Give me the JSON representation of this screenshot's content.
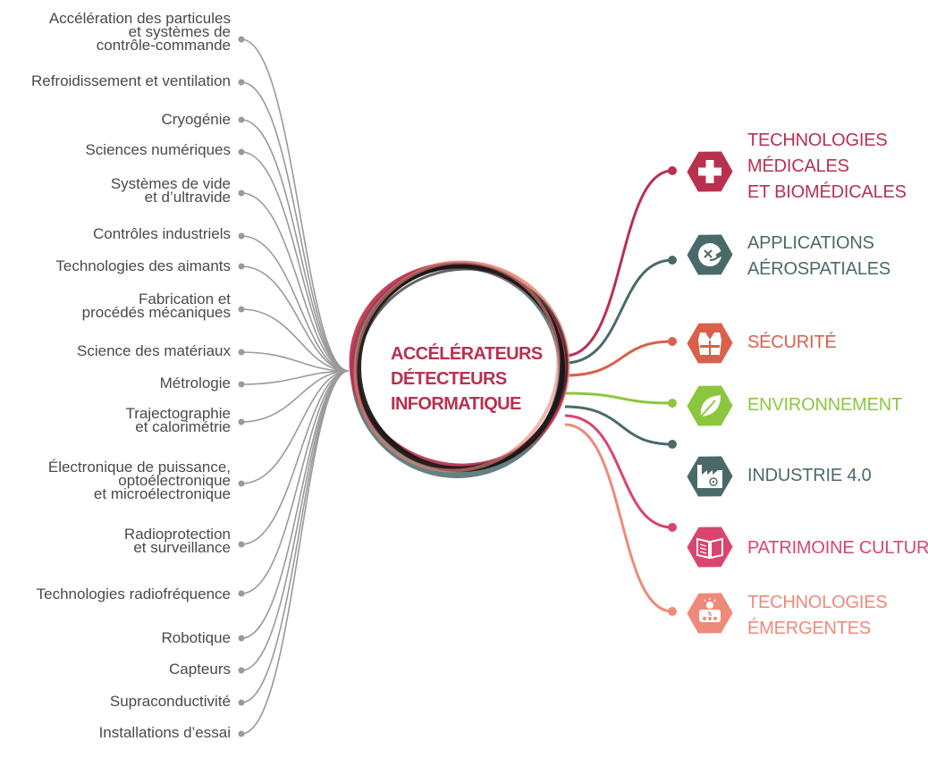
{
  "center": {
    "lines": [
      "ACCÉLÉRATEURS",
      "DÉTECTEURS",
      "INFORMATIQUE"
    ],
    "color": "#b8314f"
  },
  "technologies": [
    {
      "lines": [
        "Accélération des particules",
        "et systèmes de",
        "contrôle-commande"
      ]
    },
    {
      "lines": [
        "Refroidissement et ventilation"
      ]
    },
    {
      "lines": [
        "Cryogénie"
      ]
    },
    {
      "lines": [
        "Sciences numériques"
      ]
    },
    {
      "lines": [
        "Systèmes de vide",
        "et d’ultravide"
      ]
    },
    {
      "lines": [
        "Contrôles industriels"
      ]
    },
    {
      "lines": [
        "Technologies des aimants"
      ]
    },
    {
      "lines": [
        "Fabrication et",
        "procédés mécaniques"
      ]
    },
    {
      "lines": [
        "Science des matériaux"
      ]
    },
    {
      "lines": [
        "Métrologie"
      ]
    },
    {
      "lines": [
        "Trajectographie",
        "et calorimétrie"
      ]
    },
    {
      "lines": [
        "Électronique de puissance,",
        "optoélectronique",
        "et microélectronique"
      ]
    },
    {
      "lines": [
        "Radioprotection",
        "et surveillance"
      ]
    },
    {
      "lines": [
        "Technologies radiofréquence"
      ]
    },
    {
      "lines": [
        "Robotique"
      ]
    },
    {
      "lines": [
        "Capteurs"
      ]
    },
    {
      "lines": [
        "Supraconductivité"
      ]
    },
    {
      "lines": [
        "Installations d’essai"
      ]
    }
  ],
  "applications": [
    {
      "lines": [
        "TECHNOLOGIES",
        "MÉDICALES",
        "ET BIOMÉDICALES"
      ],
      "color": "#b8314f",
      "icon": "medical-cross-icon"
    },
    {
      "lines": [
        "APPLICATIONS",
        "AÉROSPATIALES"
      ],
      "color": "#4a6a6a",
      "icon": "satellite-icon"
    },
    {
      "lines": [
        "SÉCURITÉ"
      ],
      "color": "#d9604a",
      "icon": "safety-vest-icon"
    },
    {
      "lines": [
        "ENVIRONNEMENT"
      ],
      "color": "#8cc63f",
      "icon": "leaf-icon"
    },
    {
      "lines": [
        "INDUSTRIE 4.0"
      ],
      "color": "#4a6a6a",
      "icon": "factory-icon"
    },
    {
      "lines": [
        "PATRIMOINE CULTUREL"
      ],
      "color": "#d9456e",
      "icon": "book-icon"
    },
    {
      "lines": [
        "TECHNOLOGIES",
        "ÉMERGENTES"
      ],
      "color": "#ee8a7a",
      "icon": "robot-icon"
    }
  ]
}
